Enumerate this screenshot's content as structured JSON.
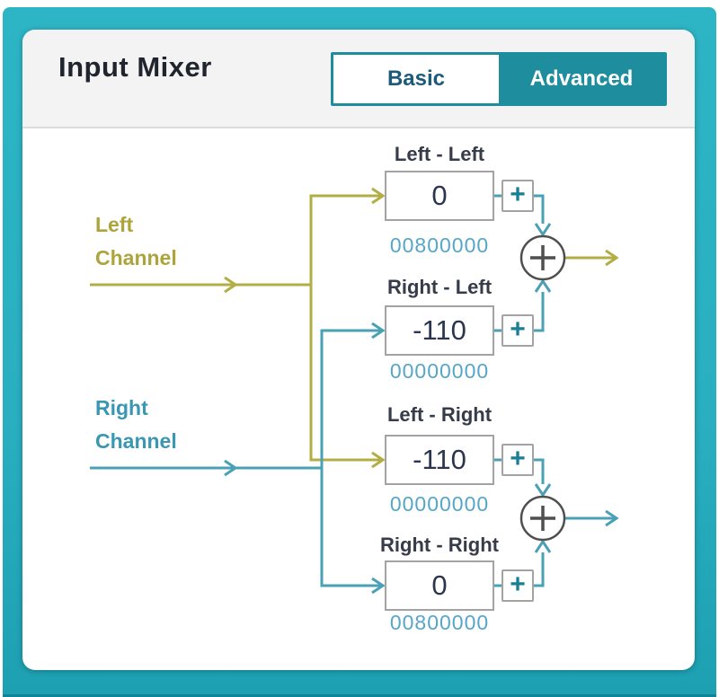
{
  "colors": {
    "frame_teal": "#29afc0",
    "accent_teal": "#1e8d9e",
    "line_olive": "#b2ae45",
    "line_teal": "#4aa1b6",
    "plus_teal": "#1a7e94",
    "hex_blue": "#56a6c9",
    "sum_gray": "#4f4f4f",
    "box_border": "#a3a3a3",
    "value_navy": "#2b3550",
    "label_dark": "#363c49",
    "basic_text": "#1b5a78",
    "olive_label": "#aea43c",
    "teal_label": "#3997b2"
  },
  "header": {
    "title": "Input Mixer",
    "tabs": [
      {
        "label": "Basic",
        "active": false
      },
      {
        "label": "Advanced",
        "active": true
      }
    ]
  },
  "channels": {
    "left": {
      "line1": "Left",
      "line2": "Channel"
    },
    "right": {
      "line1": "Right",
      "line2": "Channel"
    }
  },
  "mixer": {
    "plus_label": "+",
    "rows": [
      {
        "label": "Left - Left",
        "value": "0",
        "register": "00800000"
      },
      {
        "label": "Right - Left",
        "value": "-110",
        "register": "00000000"
      },
      {
        "label": "Left - Right",
        "value": "-110",
        "register": "00000000"
      },
      {
        "label": "Right - Right",
        "value": "0",
        "register": "00800000"
      }
    ]
  }
}
